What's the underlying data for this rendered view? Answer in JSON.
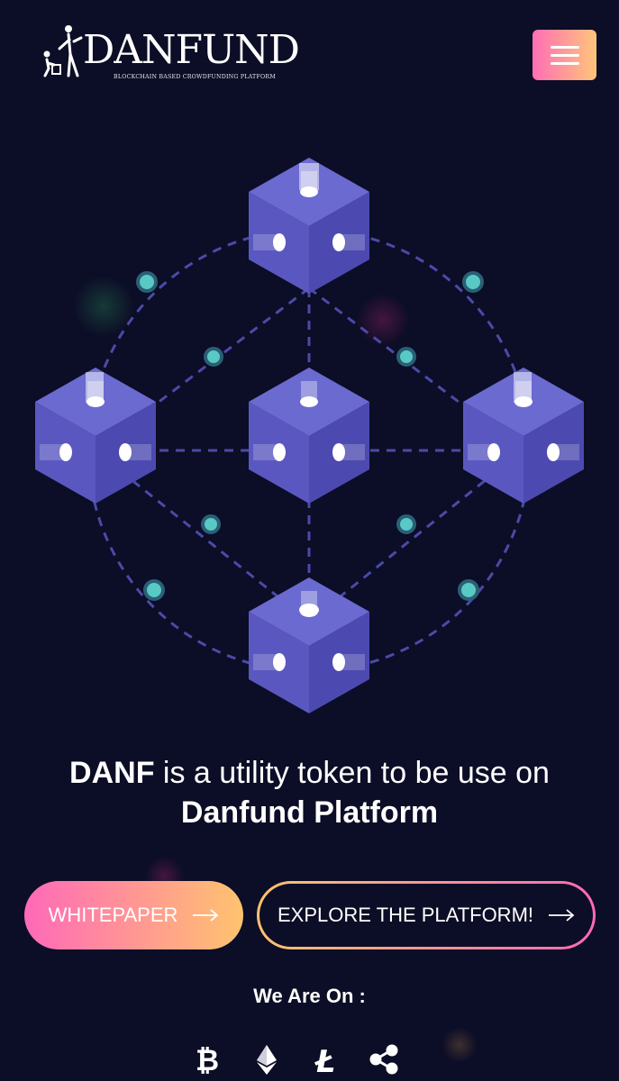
{
  "header": {
    "brand": "DANFUND",
    "tagline": "BLOCKCHAIN BASED CROWDFUNDING PLATFORM",
    "menu_icon": "hamburger-icon",
    "menu_colors": [
      "#ff6fb5",
      "#ffc47a"
    ]
  },
  "hero": {
    "illustration_icon": "blockchain-network-illustration",
    "headline": {
      "token": "DANF",
      "text": "is a utility token to be use on",
      "platform": "Danfund Platform"
    }
  },
  "actions": {
    "whitepaper_label": "WHITEPAPER",
    "explore_label": "EXPLORE THE PLATFORM!",
    "arrow_icon": "arrow-right-icon"
  },
  "listings": {
    "title": "We Are On :",
    "icons": [
      "bitcoin-icon",
      "ethereum-icon",
      "litecoin-icon",
      "ripple-icon"
    ]
  },
  "colors": {
    "background": "#0c0d26",
    "cube": "#5d5cc4",
    "node": "#59c9c6",
    "accent_pink": "#ff69b8",
    "accent_orange": "#ffc36f"
  }
}
